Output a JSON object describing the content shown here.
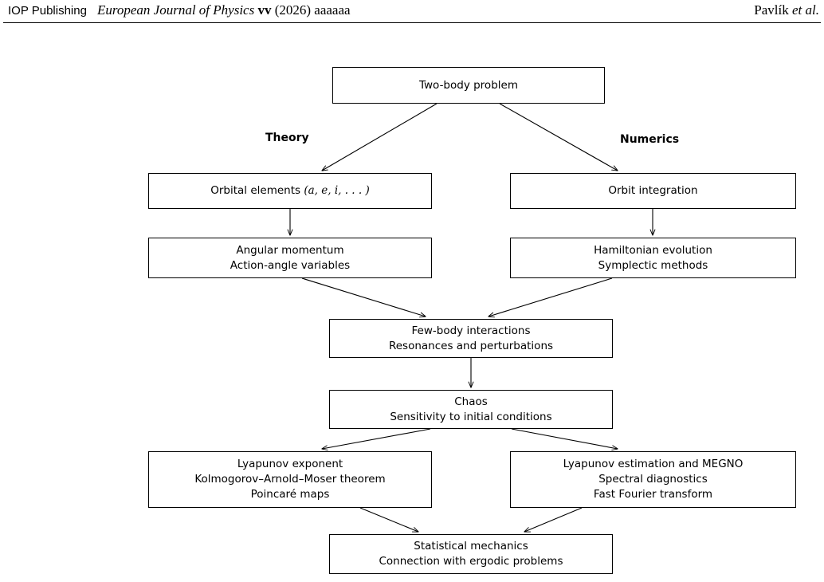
{
  "header": {
    "publisher": "IOP Publishing",
    "journal_name": "European Journal of Physics",
    "volume": "vv",
    "year": "(2026)",
    "article_id": "aaaaaa",
    "author_name": "Pavlík",
    "author_suffix": "et al."
  },
  "diagram": {
    "branches": {
      "theory": "Theory",
      "numerics": "Numerics"
    },
    "nodes": {
      "two_body": {
        "lines": [
          "Two-body problem"
        ]
      },
      "orbital_elements": {
        "text": "Orbital elements",
        "math": "(a, e, i, . . . )"
      },
      "orbit_integration": {
        "lines": [
          "Orbit integration"
        ]
      },
      "angular_momentum": {
        "lines": [
          "Angular momentum",
          "Action-angle variables"
        ]
      },
      "hamiltonian": {
        "lines": [
          "Hamiltonian evolution",
          "Symplectic methods"
        ]
      },
      "few_body": {
        "lines": [
          "Few-body interactions",
          "Resonances and perturbations"
        ]
      },
      "chaos": {
        "lines": [
          "Chaos",
          "Sensitivity to initial conditions"
        ]
      },
      "lyapunov_theory": {
        "lines": [
          "Lyapunov exponent",
          "Kolmogorov–Arnold–Moser theorem",
          "Poincaré maps"
        ]
      },
      "lyapunov_numeric": {
        "lines": [
          "Lyapunov estimation and MEGNO",
          "Spectral diagnostics",
          "Fast Fourier transform"
        ]
      },
      "statistical": {
        "lines": [
          "Statistical mechanics",
          "Connection with ergodic problems"
        ]
      }
    },
    "edges": [
      [
        "two_body",
        "orbital_elements"
      ],
      [
        "two_body",
        "orbit_integration"
      ],
      [
        "orbital_elements",
        "angular_momentum"
      ],
      [
        "orbit_integration",
        "hamiltonian"
      ],
      [
        "angular_momentum",
        "few_body"
      ],
      [
        "hamiltonian",
        "few_body"
      ],
      [
        "few_body",
        "chaos"
      ],
      [
        "chaos",
        "lyapunov_theory"
      ],
      [
        "chaos",
        "lyapunov_numeric"
      ],
      [
        "lyapunov_theory",
        "statistical"
      ],
      [
        "lyapunov_numeric",
        "statistical"
      ]
    ]
  }
}
